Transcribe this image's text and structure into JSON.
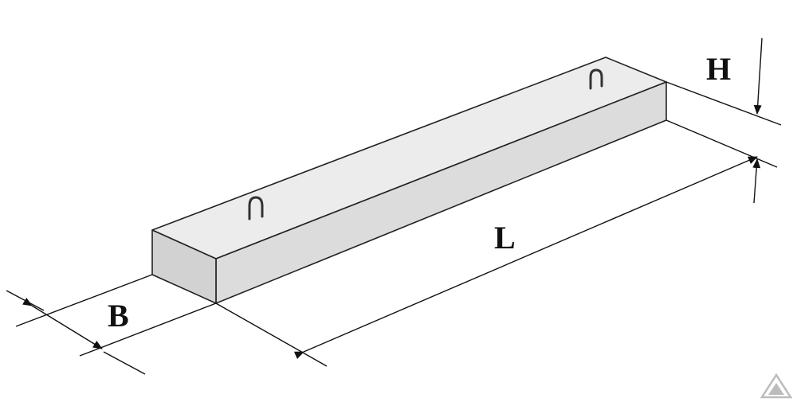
{
  "labels": {
    "height": "H",
    "length": "L",
    "width": "B"
  },
  "colors": {
    "top_face": "#ececec",
    "side_face": "#dcdcdc",
    "front_face": "#d2d2d2",
    "edge": "#222222",
    "dimension_line": "#111111",
    "watermark": "#bcbcbc"
  },
  "icons": {
    "lifting_loop": "lifting-loop-icon",
    "watermark": "watermark-logo"
  }
}
